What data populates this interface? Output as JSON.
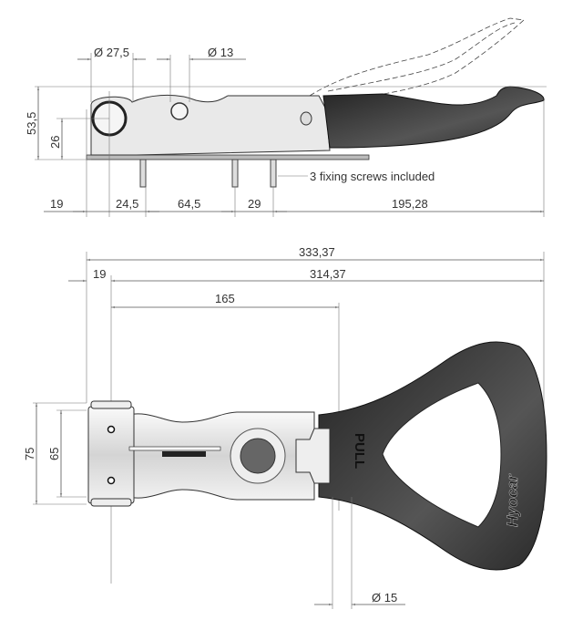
{
  "side_view": {
    "dim_diameter_pivot": "Ø 27,5",
    "dim_diameter_hole": "Ø 13",
    "dim_height_total": "53,5",
    "dim_height_pivot": "26",
    "dim_offset_left": "19",
    "dim_pivot_to_screw": "24,5",
    "dim_screw_spacing_1": "64,5",
    "dim_screw_spacing_2": "29",
    "dim_handle_length": "195,28",
    "screws_note": "3 fixing screws included"
  },
  "top_view": {
    "dim_total_length": "333,37",
    "dim_offset_left": "19",
    "dim_length_from_pivot": "314,37",
    "dim_pivot_to_button": "165",
    "dim_width_outer": "75",
    "dim_width_inner": "65",
    "dim_diameter_button": "Ø 15",
    "pull_label": "PULL",
    "logo_text": "Hyocar"
  }
}
